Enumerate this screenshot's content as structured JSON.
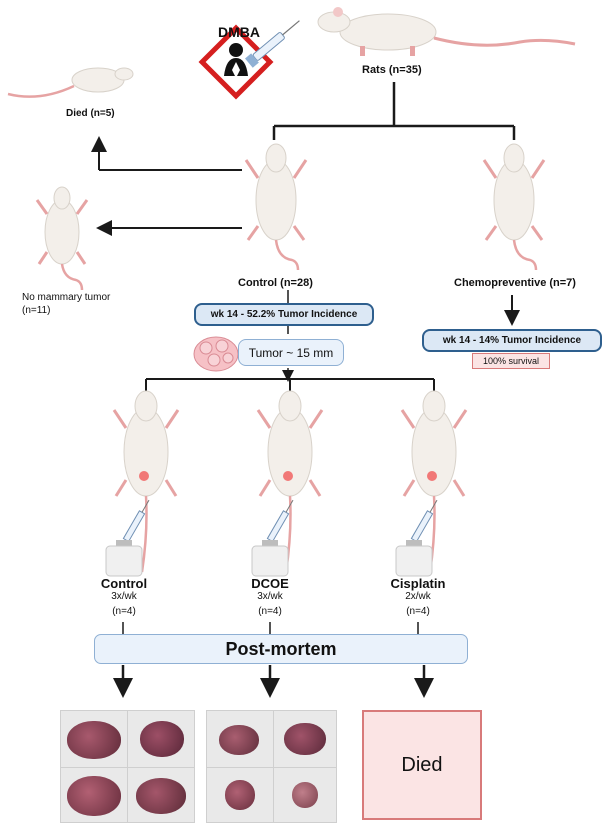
{
  "dmba_label": "DMBA",
  "rats_label": "Rats (n=35)",
  "died_top_label": "Died (n=5)",
  "no_tumor_label_line1": "No mammary tumor",
  "no_tumor_label_line2": "(n=11)",
  "control_group_label": "Control (n=28)",
  "chemopreventive_label": "Chemopreventive (n=7)",
  "control_incidence": "wk 14 - 52.2% Tumor Incidence",
  "chemo_incidence": "wk 14 - 14% Tumor Incidence",
  "chemo_survival": "100% survival",
  "tumor_size": "Tumor ~ 15 mm",
  "treatments": [
    {
      "name": "Control",
      "dose": "3x/wk",
      "n": "(n=4)"
    },
    {
      "name": "DCOE",
      "dose": "3x/wk",
      "n": "(n=4)"
    },
    {
      "name": "Cisplatin",
      "dose": "2x/wk",
      "n": "(n=4)"
    }
  ],
  "postmortem_label": "Post-mortem",
  "died_box_label": "Died",
  "colors": {
    "line": "#1a1a1a",
    "box_blue_fill": "#dce8f5",
    "box_blue_border": "#2e5f8e",
    "pink_fill": "#fbe4e4",
    "pink_border": "#d87a7a",
    "rat_body": "#f3efea",
    "rat_tail": "#e6a3a3"
  }
}
